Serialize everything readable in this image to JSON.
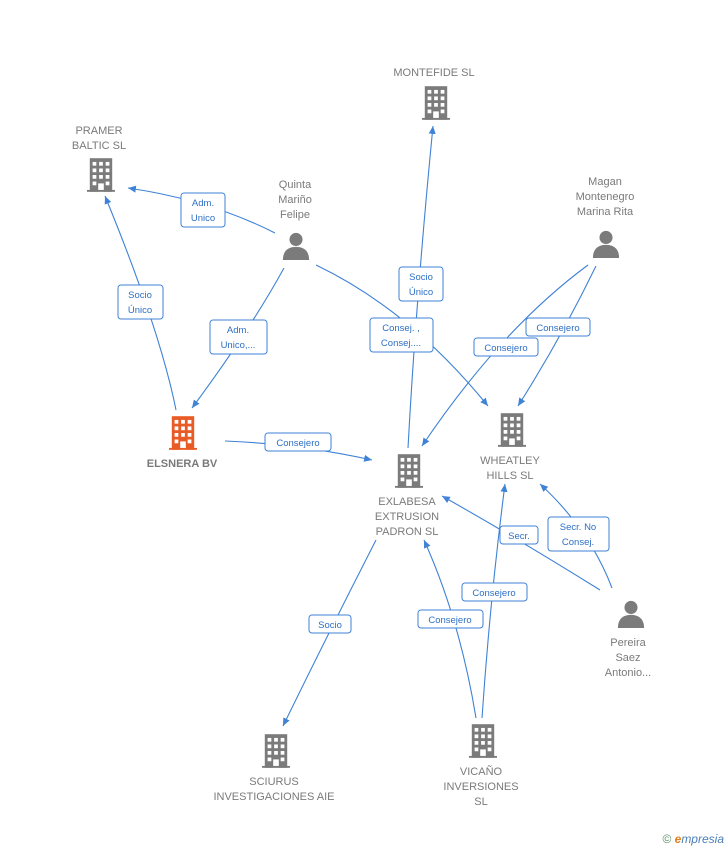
{
  "colors": {
    "building": "#7b7b7b",
    "building_main": "#e95b26",
    "person": "#7b7b7b",
    "edge": "#3f82d6"
  },
  "nodes": [
    {
      "id": "montefide",
      "kind": "building",
      "label": [
        "MONTEFIDE SL"
      ]
    },
    {
      "id": "pramer",
      "kind": "building",
      "label": [
        "PRAMER",
        "BALTIC  SL"
      ]
    },
    {
      "id": "quinta",
      "kind": "person",
      "label": [
        "Quinta",
        "Mariño",
        "Felipe"
      ]
    },
    {
      "id": "magan",
      "kind": "person",
      "label": [
        "Magan",
        "Montenegro",
        "Marina Rita"
      ]
    },
    {
      "id": "elsnera",
      "kind": "building-main",
      "label": [
        "ELSNERA BV"
      ]
    },
    {
      "id": "wheatley",
      "kind": "building",
      "label": [
        "WHEATLEY",
        "HILLS  SL"
      ]
    },
    {
      "id": "exlabesa",
      "kind": "building",
      "label": [
        "EXLABESA",
        "EXTRUSION",
        "PADRON  SL"
      ]
    },
    {
      "id": "pereira",
      "kind": "person",
      "label": [
        "Pereira",
        "Saez",
        "Antonio..."
      ]
    },
    {
      "id": "sciurus",
      "kind": "building",
      "label": [
        "SCIURUS",
        "INVESTIGACIONES AIE"
      ]
    },
    {
      "id": "vicano",
      "kind": "building",
      "label": [
        "VICAÑO",
        "INVERSIONES",
        "SL"
      ]
    }
  ],
  "edges": [
    {
      "id": "quinta-pramer",
      "label": [
        "Adm.",
        "Unico"
      ]
    },
    {
      "id": "elsnera-pramer",
      "label": [
        "Socio",
        "Único"
      ]
    },
    {
      "id": "quinta-elsnera",
      "label": [
        "Adm.",
        "Unico,..."
      ]
    },
    {
      "id": "exlabesa-montefide",
      "label": [
        "Socio",
        "Único"
      ]
    },
    {
      "id": "quinta-exlabesa",
      "label": [
        "Consej. ,",
        "Consej...."
      ]
    },
    {
      "id": "magan-exlabesa",
      "label": [
        "Consejero"
      ]
    },
    {
      "id": "magan-wheatley",
      "label": [
        "Consejero"
      ]
    },
    {
      "id": "elsnera-exlabesa",
      "label": [
        "Consejero"
      ]
    },
    {
      "id": "pereira-exlabesa",
      "label": [
        "Secr."
      ]
    },
    {
      "id": "pereira-wheatley",
      "label": [
        "Secr.  No",
        "Consej."
      ]
    },
    {
      "id": "vicano-wheatley",
      "label": [
        "Consejero"
      ]
    },
    {
      "id": "vicano-exlabesa",
      "label": [
        "Consejero"
      ]
    },
    {
      "id": "exlabesa-sciurus",
      "label": [
        "Socio"
      ]
    }
  ],
  "brand": {
    "symbol": "©",
    "first": "e",
    "rest": "mpresia"
  }
}
